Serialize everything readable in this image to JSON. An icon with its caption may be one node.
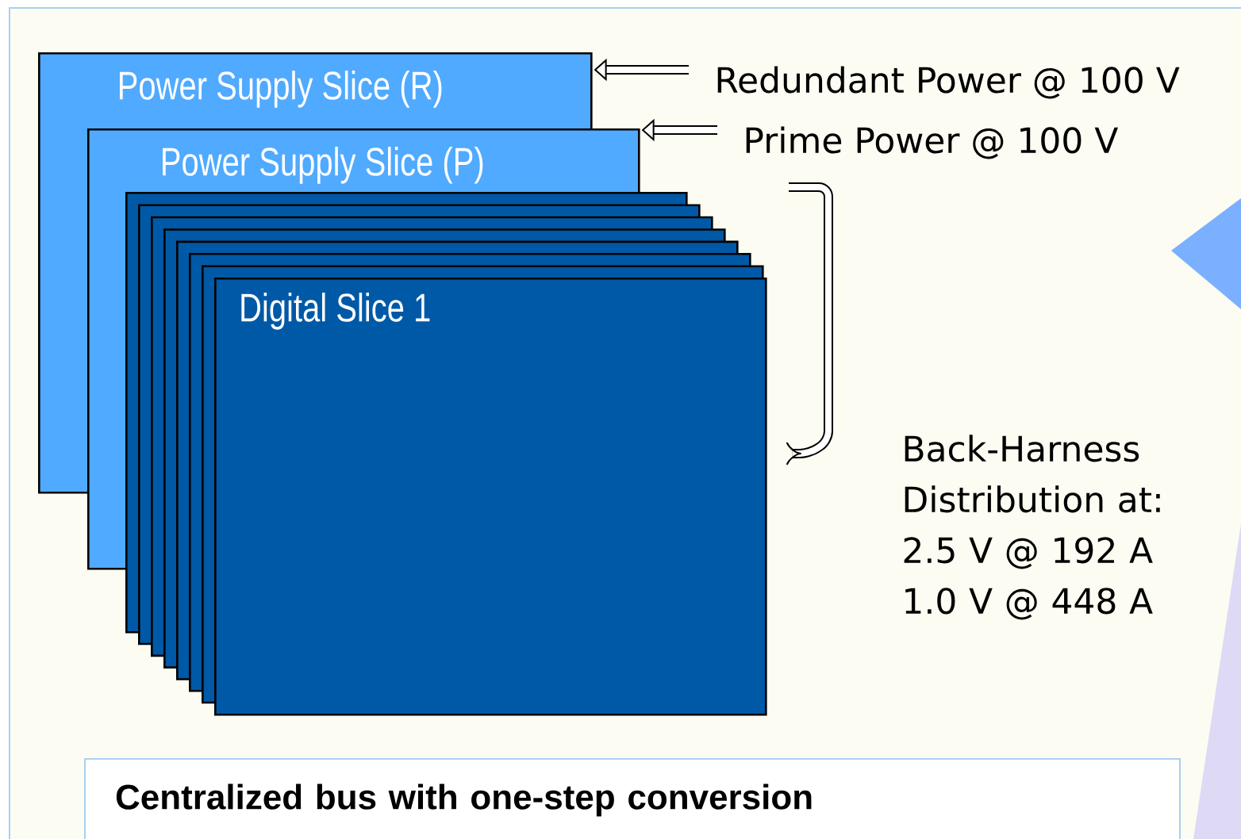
{
  "diagram": {
    "nodes": [
      {
        "text": [
          "Power Supply Slice (R)"
        ]
      },
      {
        "text": [
          "Power Supply Slice (P)"
        ]
      },
      {
        "text": [],
        "shape": "box"
      },
      {
        "text": [],
        "shape": "box"
      },
      {
        "text": [],
        "shape": "box"
      },
      {
        "text": [],
        "shape": "box"
      },
      {
        "text": [],
        "shape": "box"
      },
      {
        "text": [],
        "shape": "box"
      },
      {
        "text": [],
        "shape": "box"
      },
      {
        "text": [
          "Digital Slice 1"
        ]
      },
      {
        "text": [
          "Redundant Power @ 100 V"
        ]
      },
      {
        "text": [
          "Prime Power @ 100 V"
        ]
      },
      {
        "text": [
          "Back-Harness Distribution at:",
          "2.5 V @ 192 A",
          "1.0 V @ 448 A"
        ]
      },
      {
        "text": [
          "Centralized bus with one-step conversion"
        ]
      }
    ],
    "edges": [
      {
        "from": 10,
        "to": 0,
        "arrow": "to"
      },
      {
        "from": 11,
        "to": 1,
        "arrow": "to"
      }
    ]
  }
}
